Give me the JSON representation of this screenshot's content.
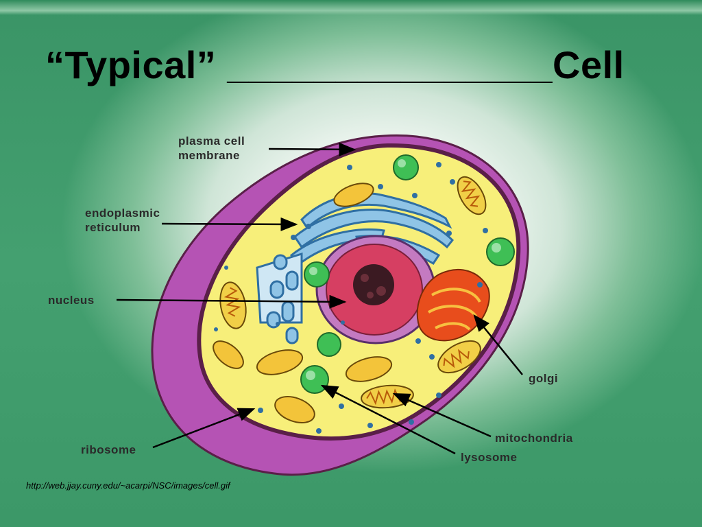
{
  "slide": {
    "title": "“Typical” _______________Cell",
    "source": "http://web.jjay.cuny.edu/~acarpi/NSC/images/cell.gif"
  },
  "labels": {
    "plasma_line1": "plasma cell",
    "plasma_line2": "membrane",
    "er_line1": "endoplasmic",
    "er_line2": "reticulum",
    "nucleus": "nucleus",
    "golgi": "golgi",
    "mitochondria": "mitochondria",
    "lysosome": "lysosome",
    "ribosome": "ribosome"
  },
  "colors": {
    "membrane_outer": "#b553b4",
    "membrane_rim": "#5a1f48",
    "cytoplasm": "#f7ef7a",
    "nucleus": "#d63f62",
    "nucleolus": "#3b1a22",
    "er": "#8fc4e6",
    "golgi": "#e84d1c",
    "mitochondria": "#f1cf47",
    "lysosome": "#3fbf55",
    "ribosome": "#2f6fa3"
  }
}
